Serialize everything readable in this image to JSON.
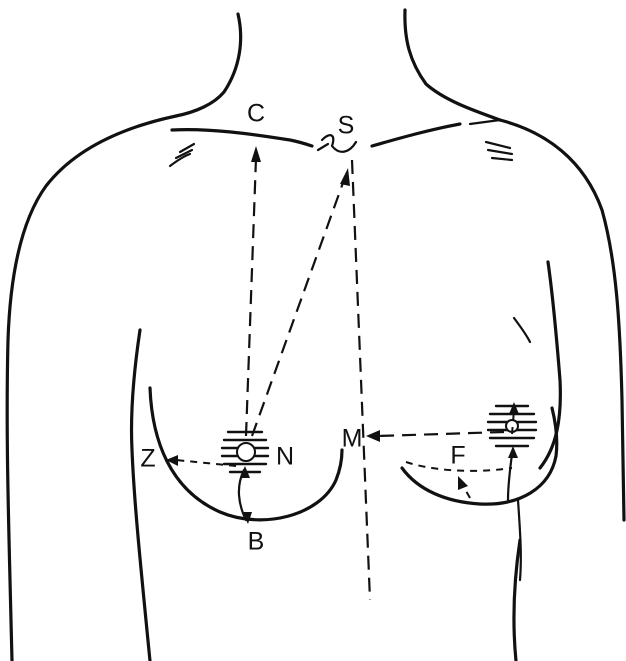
{
  "diagram": {
    "labels": {
      "clavicle": "C",
      "sternal_notch": "S",
      "midline": "M",
      "nipple": "N",
      "inframammary_fold": "B",
      "lateral": "Z",
      "fold_other": "F"
    },
    "colors": {
      "line": "#111111",
      "background": "#ffffff"
    }
  }
}
